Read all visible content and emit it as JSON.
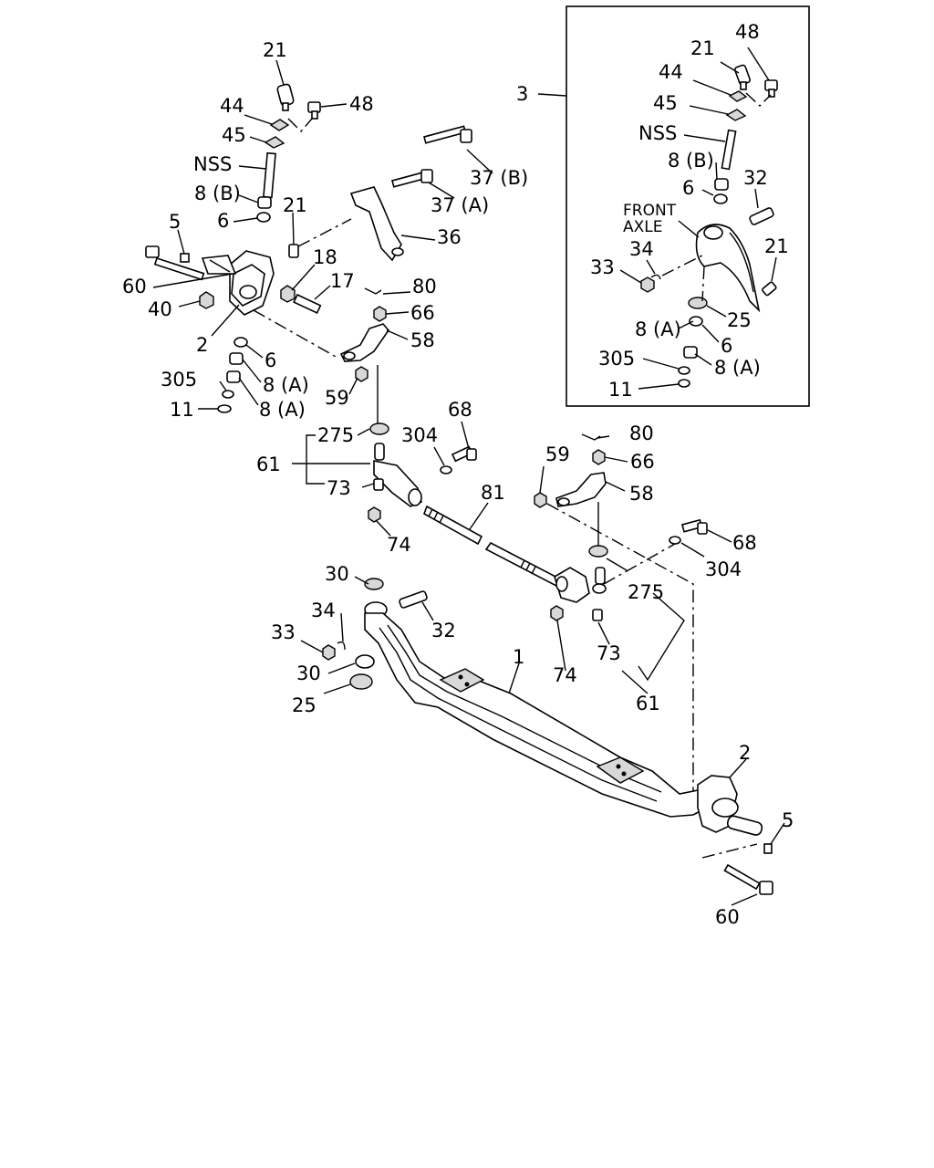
{
  "inset": {
    "labels": [
      "3",
      "48",
      "21",
      "44",
      "45",
      "NSS",
      "8 (B)",
      "32",
      "6",
      "FRONT",
      "AXLE",
      "21",
      "34",
      "33",
      "25",
      "8 (A)",
      "6",
      "305",
      "8 (A)",
      "11"
    ]
  },
  "main": {
    "labels": [
      "21",
      "44",
      "48",
      "45",
      "NSS",
      "37 (B)",
      "8 (B)",
      "21",
      "37 (A)",
      "5",
      "6",
      "36",
      "18",
      "60",
      "17",
      "80",
      "40",
      "66",
      "2",
      "58",
      "6",
      "305",
      "8 (A)",
      "59",
      "11",
      "8 (A)",
      "68",
      "275",
      "304",
      "61",
      "80",
      "59",
      "66",
      "73",
      "81",
      "58",
      "74",
      "68",
      "304",
      "30",
      "275",
      "32",
      "34",
      "33",
      "73",
      "1",
      "30",
      "74",
      "25",
      "61",
      "2",
      "5",
      "60"
    ]
  }
}
